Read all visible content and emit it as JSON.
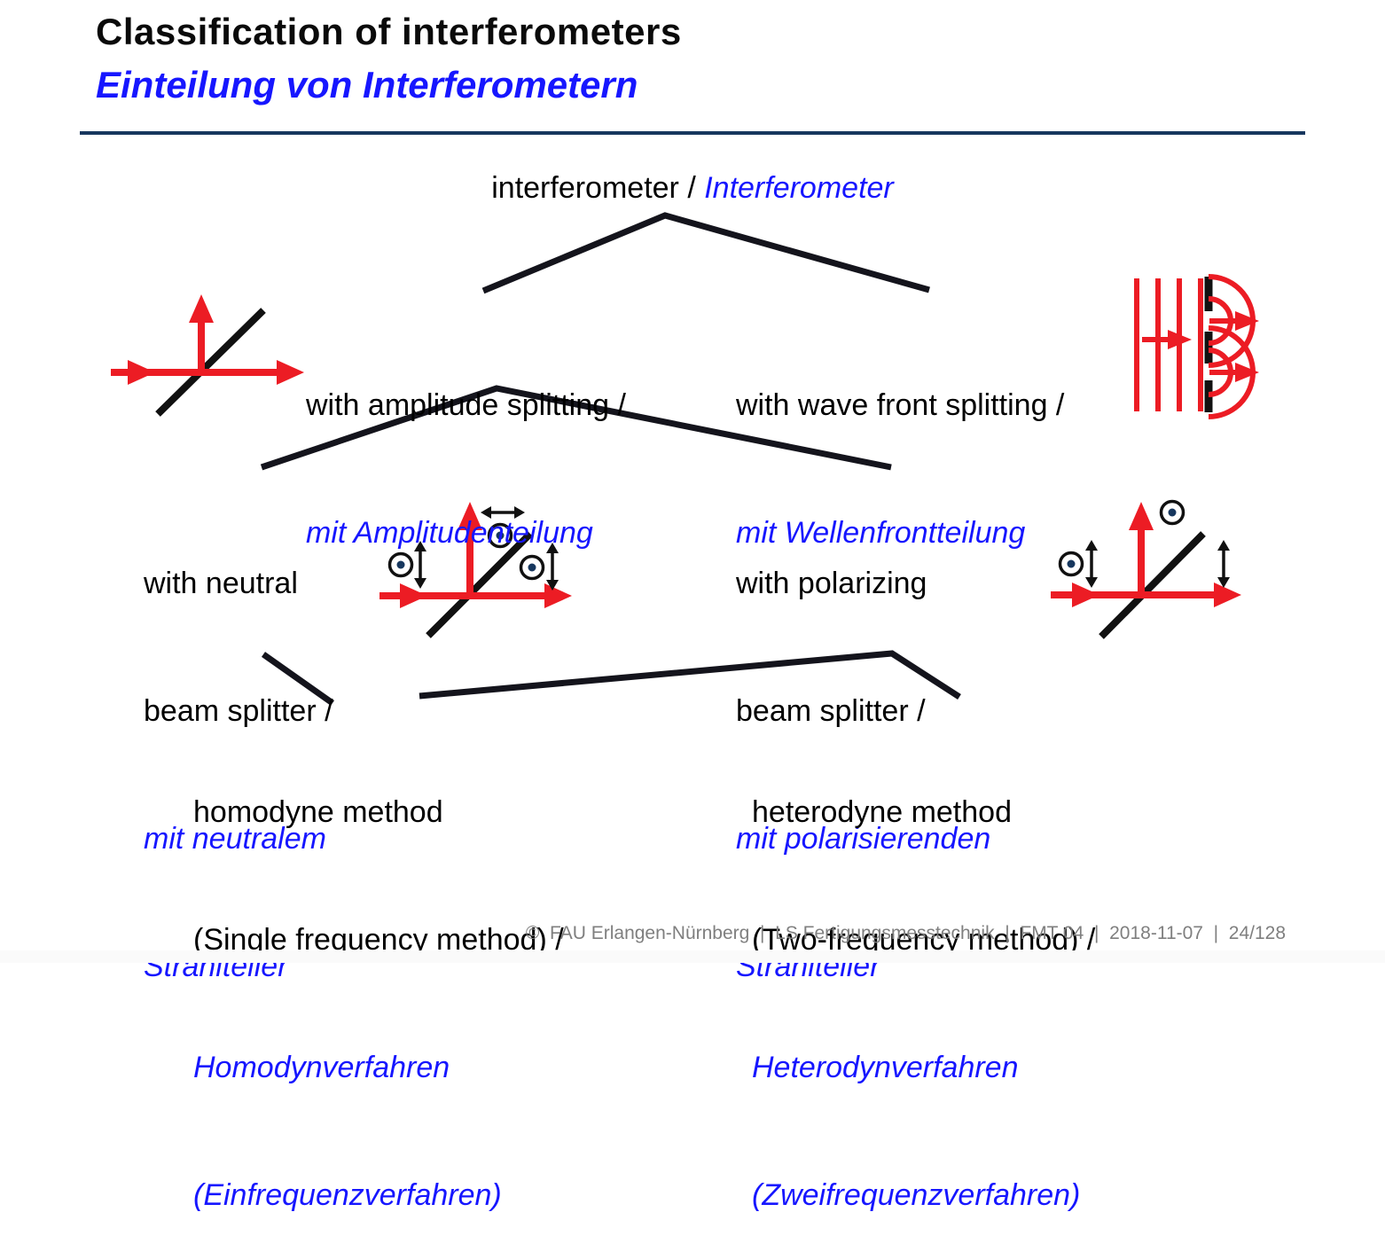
{
  "colors": {
    "accent_blue": "#1616ff",
    "beam_red": "#ec1c24",
    "line_navy": "#17375e",
    "connector_black": "#14141c",
    "footer_gray": "#7f7f7f",
    "dot_navy": "#17375e"
  },
  "header": {
    "title": "Classification of interferometers",
    "subtitle": "Einteilung von Interferometern"
  },
  "tree": {
    "root": {
      "en": "interferometer / ",
      "de": "Interferometer"
    },
    "nodes": {
      "amplitude": {
        "en1": "with amplitude splitting /",
        "de1": "mit Amplitudenteilung"
      },
      "wavefront": {
        "en1": "with wave front splitting /",
        "de1": "mit Wellenfrontteilung"
      },
      "neutral": {
        "en1": "with neutral",
        "en2": "beam splitter /",
        "de1": "mit neutralem",
        "de2": "Strahlteiler"
      },
      "polarizing": {
        "en1": "with polarizing",
        "en2": "beam splitter /",
        "de1": "mit polarisierenden",
        "de2": "Strahlteiler"
      },
      "homodyne": {
        "en1": "homodyne method",
        "en2": "(Single frequency method) /",
        "de1": "Homodynverfahren",
        "de2": "(Einfrequenzverfahren)"
      },
      "heterodyne": {
        "en1": "heterodyne method",
        "en2": "(Two-frequency method) /",
        "de1": "Heterodynverfahren",
        "de2": "(Zweifrequenzverfahren)"
      }
    }
  },
  "icons": {
    "amplitude_splitting": "beam-splitter-plate with input beam and two split beams",
    "wavefront_splitting": "plane waves on double-slit producing spherical wavefronts",
    "neutral_splitter": "beam splitter, both polarizations (circle-dot and arrows) in all beams",
    "polarizing_splitter": "beam splitter separating polarizations: circle-dot reflected, arrow transmitted"
  },
  "footer": {
    "text": "©  FAU Erlangen-Nürnberg  |  LS Fertigungsmesstechnik  |  FMT 04  |  2018-11-07  |  24/128"
  }
}
